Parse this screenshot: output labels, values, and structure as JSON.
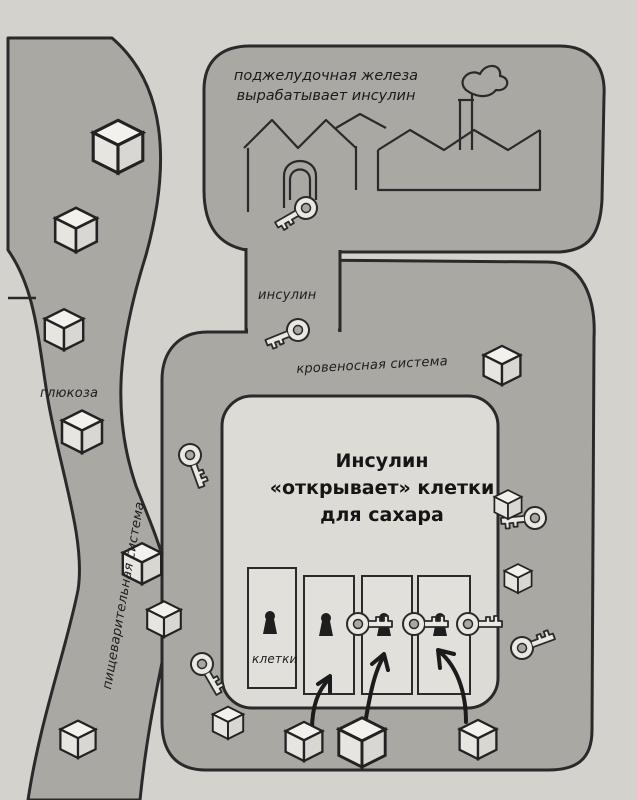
{
  "labels": {
    "pancreas_line1": "поджелудочная железа",
    "pancreas_line2": "вырабатывает инсулин",
    "insulin": "инсулин",
    "bloodstream": "кровеносная система",
    "glucose": "глюкоза",
    "digestive": "пищеварительная система",
    "cells": "клетки",
    "title_line1": "Инсулин",
    "title_line2": "«открывает» клетки",
    "title_line3": "для сахара"
  },
  "palette": {
    "background": "#d4d2cd",
    "vessel_fill": "#a9a8a3",
    "inner_area": "#dddbd6",
    "stroke": "#2a2a2a"
  },
  "icons": [
    "sugar-cube-icon",
    "key-icon",
    "keyhole-icon",
    "factory-icon",
    "arrow-icon"
  ]
}
